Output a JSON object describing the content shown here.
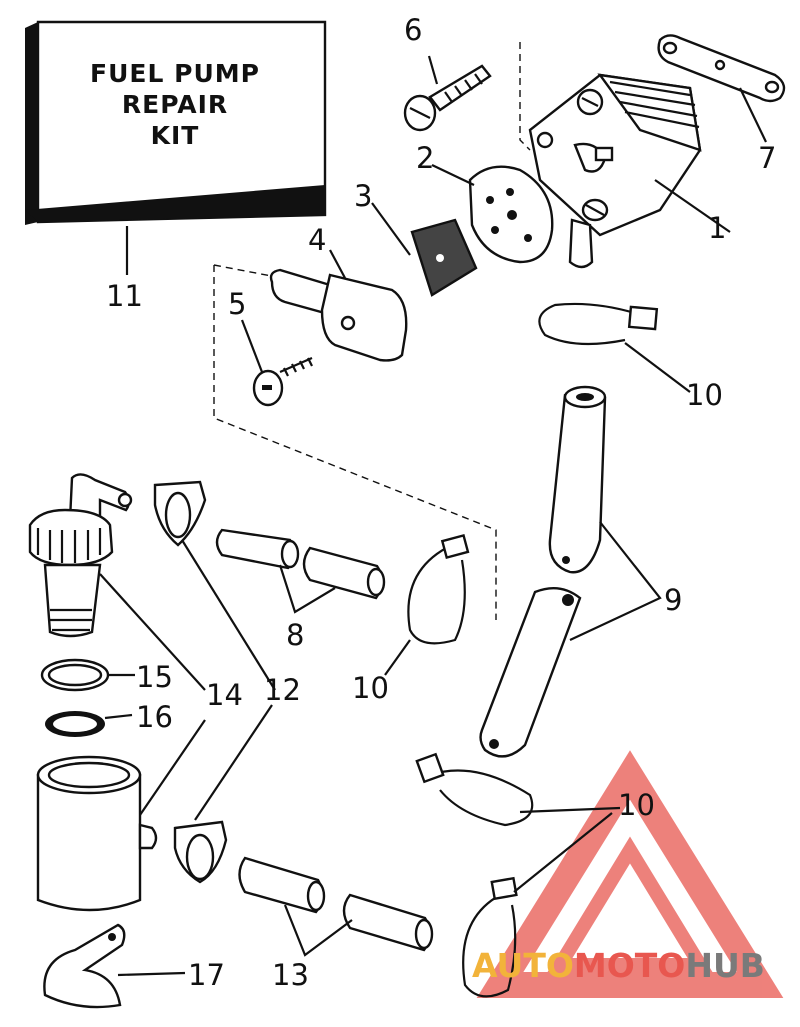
{
  "kit": {
    "line1": "FUEL PUMP",
    "line2": "REPAIR",
    "line3": "KIT"
  },
  "callouts": {
    "n1": "1",
    "n2": "2",
    "n3": "3",
    "n4": "4",
    "n5": "5",
    "n6": "6",
    "n7": "7",
    "n8": "8",
    "n9": "9",
    "n10a": "10",
    "n10b": "10",
    "n10c": "10",
    "n11": "11",
    "n12": "12",
    "n13": "13",
    "n14": "14",
    "n15": "15",
    "n16": "16",
    "n17": "17"
  },
  "watermark": {
    "part1": "AUTO",
    "part2": "MOTO",
    "part3": "HUB"
  },
  "colors": {
    "ink": "#111111",
    "wm_red": "#e8574f",
    "wm_orange": "#f2b33a",
    "wm_gray": "#7a7a7a"
  }
}
